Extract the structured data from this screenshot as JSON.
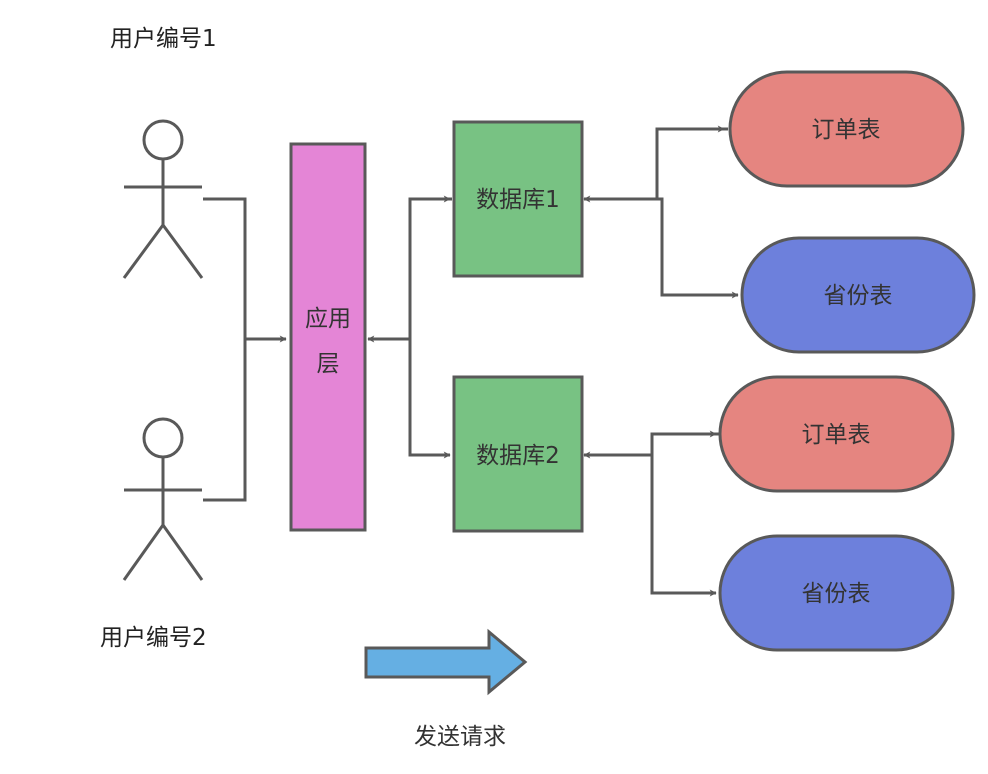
{
  "colors": {
    "stroke": "#595959",
    "app_layer": "#e485d6",
    "database": "#78c283",
    "order_table": "#e58580",
    "province_table": "#6d80dc",
    "request_arrow": "#65afe3"
  },
  "actors": [
    {
      "id": "user1",
      "label": "用户编号1"
    },
    {
      "id": "user2",
      "label": "用户编号2"
    }
  ],
  "nodes": {
    "app": {
      "label_line1": "应用",
      "label_line2": "层"
    },
    "db1": {
      "label": "数据库1"
    },
    "db2": {
      "label": "数据库2"
    },
    "order1": {
      "label": "订单表"
    },
    "province1": {
      "label": "省份表"
    },
    "order2": {
      "label": "订单表"
    },
    "province2": {
      "label": "省份表"
    }
  },
  "edges": [
    {
      "from": "user1",
      "to": "app"
    },
    {
      "from": "user2",
      "to": "app"
    },
    {
      "from": "db1",
      "to": "app"
    },
    {
      "from": "app",
      "to": "db1"
    },
    {
      "from": "app",
      "to": "db2"
    },
    {
      "from": "order1",
      "to": "db1"
    },
    {
      "from": "db1",
      "to": "order1"
    },
    {
      "from": "db1",
      "to": "province1"
    },
    {
      "from": "order2",
      "to": "db2"
    },
    {
      "from": "db2",
      "to": "order2"
    },
    {
      "from": "db2",
      "to": "province2"
    }
  ],
  "legend": {
    "icon": "right-arrow-icon",
    "label": "发送请求"
  }
}
